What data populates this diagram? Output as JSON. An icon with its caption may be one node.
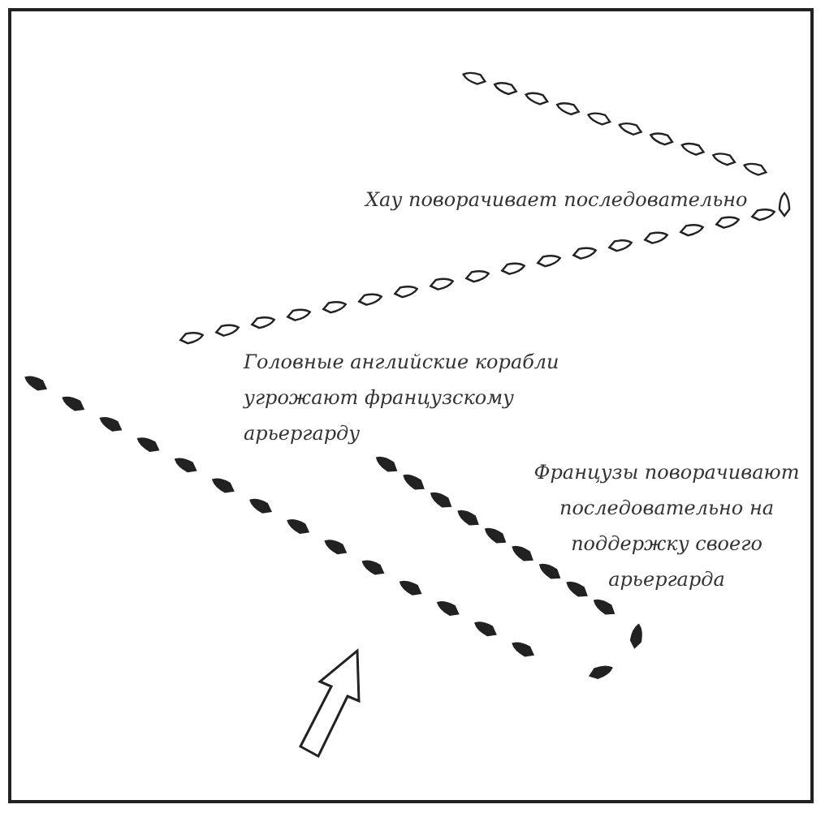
{
  "diagram": {
    "labels": [
      "Хау поворачивает последовательно",
      "Головные английские корабли угрожают французскому арьергарду",
      "Французы поворачивают последовательно на поддержку своего арьергарда"
    ]
  }
}
